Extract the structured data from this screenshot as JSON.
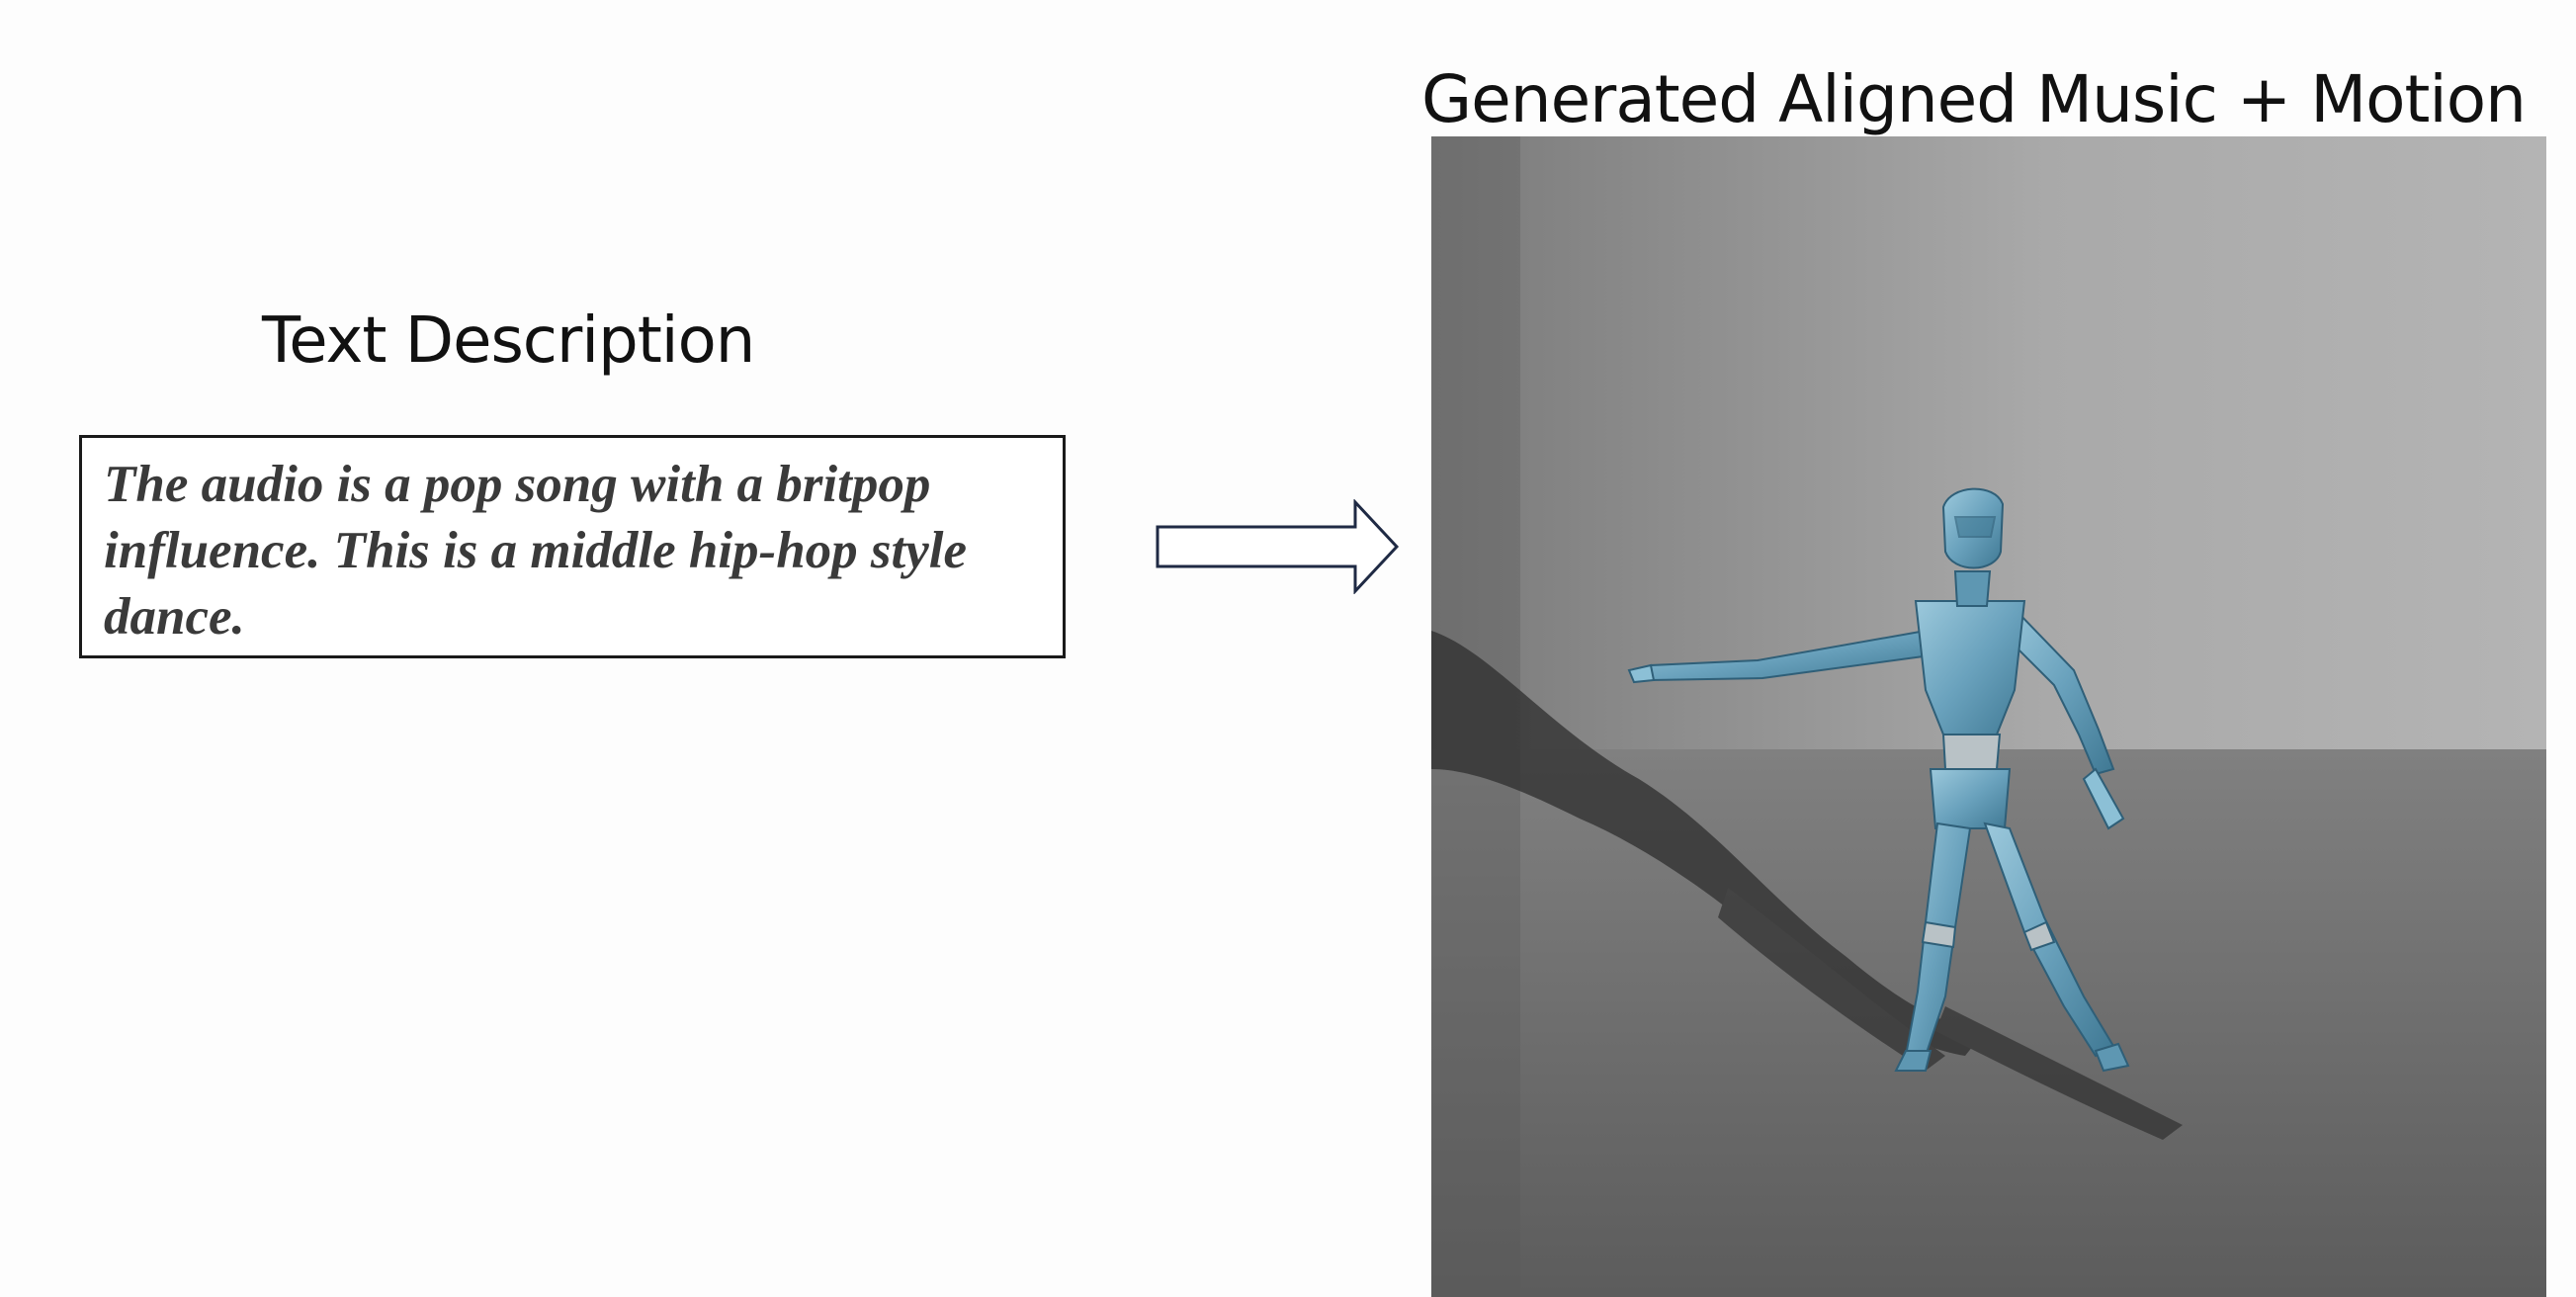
{
  "left_panel": {
    "heading": "Text Description",
    "description": "The audio is a pop song with a britpop influence. This is a middle hip-hop style dance."
  },
  "arrow": {
    "icon": "right-arrow-icon",
    "stroke_color": "#1f2a44"
  },
  "right_panel": {
    "heading": "Generated Aligned Music + Motion",
    "scene": {
      "wall_color": "#9a9a9a",
      "floor_color": "#6e6e6e",
      "figure_color": "#6fa8c4"
    }
  }
}
